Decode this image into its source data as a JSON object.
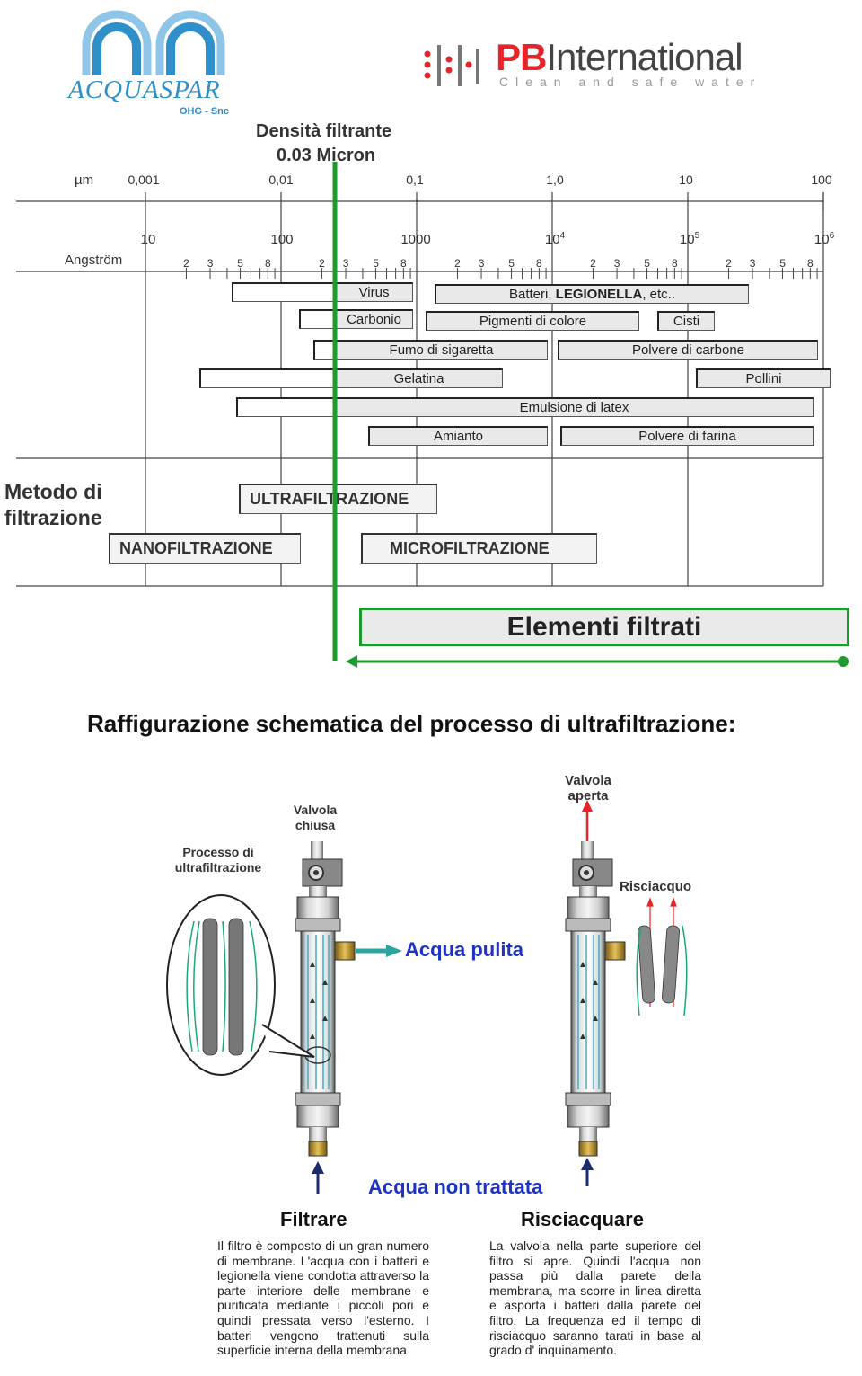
{
  "logos": {
    "acquaspar": {
      "name": "ACQUASPAR",
      "sub": "OHG - Snc",
      "color": "#2e8fc9"
    },
    "pb": {
      "name_red": "PB",
      "name_gray": "International",
      "tagline": "Clean and safe water",
      "color": "#e5252a"
    }
  },
  "chart": {
    "header_line1": "Densità filtrante",
    "header_line2": "0.03 Micron",
    "micron_unit": "µm",
    "micron_ticks": [
      "0,001",
      "0,01",
      "0,1",
      "1,0",
      "10",
      "100"
    ],
    "angstrom_unit": "Angström",
    "angstrom_ticks": [
      {
        "base": "10",
        "exp": ""
      },
      {
        "base": "100",
        "exp": ""
      },
      {
        "base": "1000",
        "exp": ""
      },
      {
        "base": "10",
        "exp": "4"
      },
      {
        "base": "10",
        "exp": "5"
      },
      {
        "base": "10",
        "exp": "6"
      }
    ],
    "minor_digits": [
      "2",
      "3",
      "5",
      "8"
    ],
    "particles": [
      {
        "label": "Virus",
        "fill": "filled"
      },
      {
        "label": "Batteri, LEGIONELLA, etc..",
        "fill": "filled"
      },
      {
        "label": "Carbonio",
        "fill": "filled"
      },
      {
        "label": "Pigmenti di colore",
        "fill": "filled"
      },
      {
        "label": "Cisti",
        "fill": "filled"
      },
      {
        "label": "Fumo di sigaretta",
        "fill": "filled"
      },
      {
        "label": "Polvere di carbone",
        "fill": "filled"
      },
      {
        "label": "Gelatina",
        "fill": "filled"
      },
      {
        "label": "Pollini",
        "fill": "filled"
      },
      {
        "label": "Emulsione di latex",
        "fill": "filled"
      },
      {
        "label": "Amianto",
        "fill": "filled"
      },
      {
        "label": "Polvere di farina",
        "fill": "filled"
      }
    ],
    "method_title_line1": "Metodo di",
    "method_title_line2": "filtrazione",
    "methods": [
      "ULTRAFILTRAZIONE",
      "NANOFILTRAZIONE",
      "MICROFILTRAZIONE"
    ],
    "elements_label": "Elementi filtrati",
    "accent_green": "#1e9a2e"
  },
  "schema": {
    "title": "Raffigurazione schematica del processo di ultrafiltrazione:",
    "valve_closed": "Valvola\nchiusa",
    "valve_open": "Valvola\naperta",
    "process_label": "Processo di\nultrafiltrazione",
    "rinse_label": "Risciacquo",
    "clean_water": "Acqua pulita",
    "untreated_water": "Acqua non trattata",
    "blue": "#1d33c8"
  },
  "columns": {
    "left_title": "Filtrare",
    "left_text": "Il filtro è composto di un gran numero di membrane. L'acqua con i batteri e legionella viene condotta attraverso la parte interiore delle membrane e purificata mediante i piccoli pori e quindi pressata verso l'esterno. I batteri vengono trattenuti sulla superficie interna della membrana",
    "right_title": "Risciacquare",
    "right_text": "La valvola nella parte superiore del filtro si apre. Quindi l'acqua non passa più dalla parete della membrana, ma scorre in linea diretta e asporta i batteri dalla parete del filtro. La frequenza ed il tempo di risciacquo saranno tarati in base al grado d' inquinamento."
  }
}
